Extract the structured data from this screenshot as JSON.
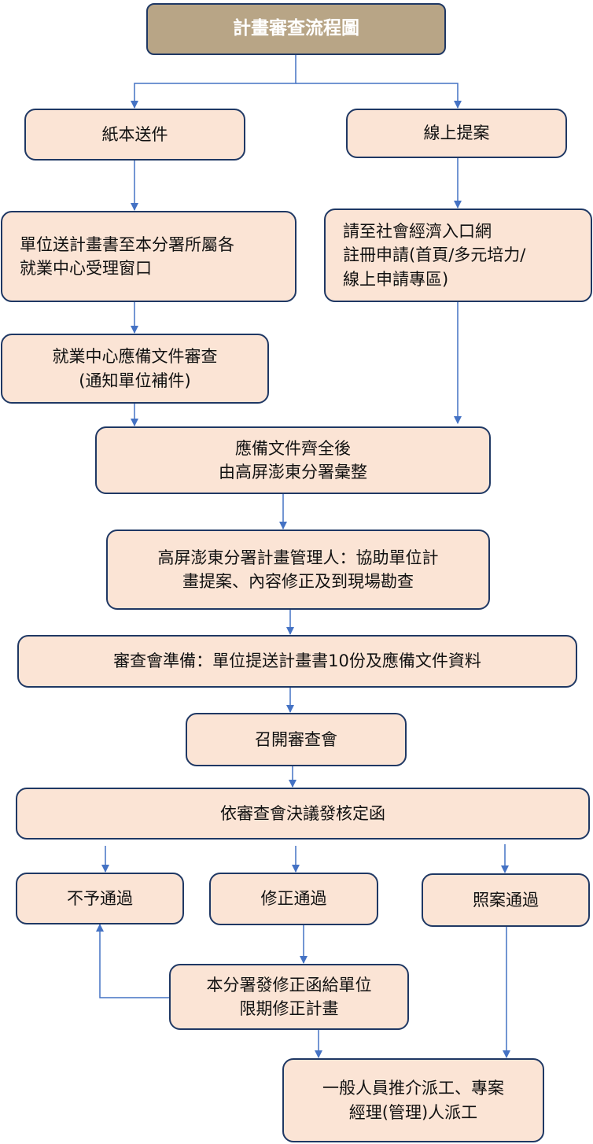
{
  "colors": {
    "box_fill": "#fbe4d5",
    "box_border": "#1f3864",
    "title_fill": "#b8a586",
    "title_text": "#ffffff",
    "connector": "#4472c4"
  },
  "nodes": {
    "title": "計畫審查流程圖",
    "paper": "紙本送件",
    "online": "線上提案",
    "paper_submit": "單位送計畫書至本分署所屬各\n就業中心受理窗口",
    "online_register": "請至社會經濟入口網\n註冊申請(首頁/多元培力/\n線上申請專區)",
    "doc_review": "就業中心應備文件審查\n(通知單位補件)",
    "compile": "應備文件齊全後\n由高屏澎東分署彙整",
    "manager": "高屏澎東分署計畫管理人：協助單位計\n畫提案、內容修正及到現場勘查",
    "prep": "審查會準備：單位提送計畫書10份及應備文件資料",
    "meeting": "召開審查會",
    "resolution": "依審查會決議發核定函",
    "reject": "不予通過",
    "revise": "修正通過",
    "approve": "照案通過",
    "revise_letter": "本分署發修正函給單位\n限期修正計畫",
    "dispatch": "一般人員推介派工、專案\n經理(管理)人派工"
  }
}
